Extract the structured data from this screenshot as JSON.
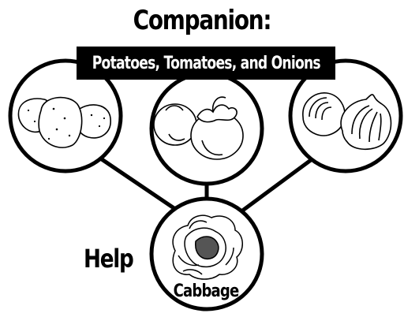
{
  "title": "Companion:",
  "banner": "Potatoes, Tomatoes, and Onions",
  "help_label": "Help",
  "center_label": "Cabbage",
  "nodes": [
    {
      "name": "Potatoes",
      "icon": "potatoes-icon"
    },
    {
      "name": "Tomatoes",
      "icon": "tomatoes-icon"
    },
    {
      "name": "Onions",
      "icon": "onions-icon"
    },
    {
      "name": "Cabbage",
      "icon": "cabbage-icon"
    }
  ],
  "colors": {
    "ink": "#000000",
    "background": "#ffffff"
  }
}
